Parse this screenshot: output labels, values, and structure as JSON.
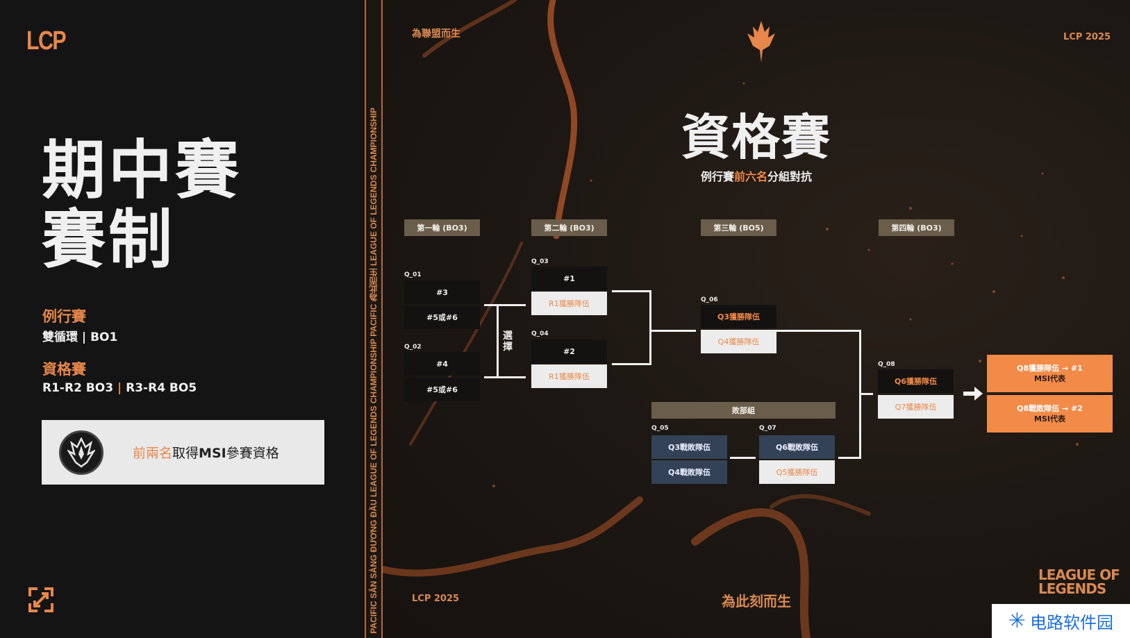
{
  "left": {
    "logo": "LCP",
    "title_line1": "期中賽",
    "title_line2": "賽制",
    "regular": {
      "heading": "例行賽",
      "format_a": "雙循環",
      "sep": "|",
      "format_b": "BO1"
    },
    "qualifier": {
      "heading": "資格賽",
      "format_a": "R1-R2 BO3",
      "sep": "|",
      "format_b": "R3-R4 BO5"
    },
    "msi_box": {
      "highlight": "前兩名",
      "text_a": "取得",
      "text_b": "MSI",
      "text_c": "參賽資格"
    },
    "expand_icon": "expand-icon"
  },
  "strip_text": "PACIFIC SẴN SÀNG ĐƯƠNG ĐẦU  LEAGUE OF LEGENDS CHAMPIONSHIP PACIFIC  為此而生  LEAGUE OF LEGENDS CHAMPIONSHIP",
  "header": {
    "top_left": "為聯盟而生",
    "top_right": "LCP 2025",
    "title": "資格賽",
    "subtitle_a": "例行賽",
    "subtitle_hl": "前六名",
    "subtitle_b": "分組對抗"
  },
  "rounds": [
    "第一輪 (BO3)",
    "第二輪 (BO3)",
    "第三輪 (BO5)",
    "第四輪 (BO3)"
  ],
  "choose_label": "選擇",
  "loser_bracket": "敗部組",
  "matches": {
    "q01": {
      "id": "Q_01",
      "a": "#3",
      "b": "#5或#6"
    },
    "q02": {
      "id": "Q_02",
      "a": "#4",
      "b": "#5或#6"
    },
    "q03": {
      "id": "Q_03",
      "a": "#1",
      "b": "R1獲勝隊伍"
    },
    "q04": {
      "id": "Q_04",
      "a": "#2",
      "b": "R1獲勝隊伍"
    },
    "q05": {
      "id": "Q_05",
      "a": "Q3戰敗隊伍",
      "b": "Q4戰敗隊伍"
    },
    "q06": {
      "id": "Q_06",
      "a": "Q3獲勝隊伍",
      "b": "Q4獲勝隊伍"
    },
    "q07": {
      "id": "Q_07",
      "a": "Q6戰敗隊伍",
      "b": "Q5獲勝隊伍"
    },
    "q08": {
      "id": "Q_08",
      "a": "Q6獲勝隊伍",
      "b": "Q7獲勝隊伍"
    }
  },
  "results": [
    {
      "line1": "Q8獲勝隊伍 → #1",
      "line2": "MSI代表"
    },
    {
      "line1": "Q8戰敗隊伍 → #2",
      "line2": "MSI代表"
    }
  ],
  "footer": {
    "left": "LCP 2025",
    "center": "為此刻而生",
    "right_logo": "LEAGUE OF LEGENDS"
  },
  "watermark": "电路软件园",
  "colors": {
    "accent": "#f28a48",
    "header_box": "#6b5d4b",
    "loser_box": "#334257"
  }
}
